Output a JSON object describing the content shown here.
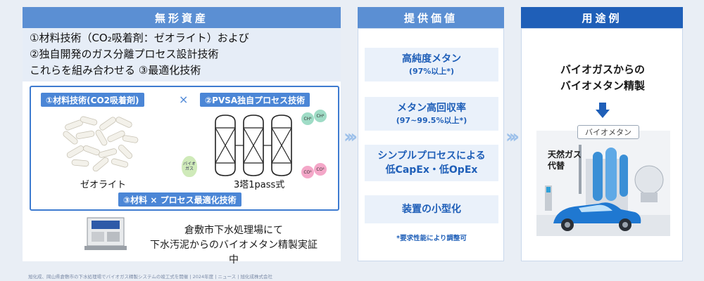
{
  "headers": {
    "left": "無形資産",
    "middle": "提供価値",
    "right": "用途例"
  },
  "intro_lines": [
    "①材料技術（CO₂吸着剤：ゼオライト）および",
    "②独自開発のガス分離プロセス設計技術",
    "これらを組み合わせる ③最適化技術"
  ],
  "tags": {
    "material": "①材料技術(CO2吸着剤)",
    "pvsa": "②PVSA独自プロセス技術",
    "optimize": "③材料 × プロセス最適化技術",
    "cross": "×"
  },
  "captions": {
    "zeolite": "ゼオライト",
    "towers": "3塔1pass式",
    "biogas": "バイオガス",
    "ch4": "CH⁴",
    "co2": "CO²"
  },
  "demo_lines": [
    "倉敷市下水処理場にて",
    "下水汚泥からのバイオメタン精製実証中"
  ],
  "source": "旭化成、岡山県倉敷市の下水処理場でバイオガス精製システムの竣工式を開催 | 2024年度 | ニュース | 旭化成株式会社",
  "values": [
    {
      "title": "高純度メタン",
      "sub": "(97%以上*)"
    },
    {
      "title": "メタン高回収率",
      "sub": "(97~99.5%以上*)"
    },
    {
      "title": "シンプルプロセスによる",
      "sub": "低CapEx・低OpEx"
    },
    {
      "title": "装置の小型化",
      "sub": ""
    }
  ],
  "note": "*要求性能により調整可",
  "usecase": {
    "line1": "バイオガスからの",
    "line2": "バイオメタン精製",
    "biomethane_label": "バイオメタン",
    "natural_gas_line1": "天然ガス",
    "natural_gas_line2": "代替"
  },
  "colors": {
    "header_light": "#5b8fd3",
    "header_dark": "#1f5fb8",
    "accent": "#3e7bd0",
    "value_bg": "#eaf1fa",
    "page_bg": "#e9eef5"
  }
}
